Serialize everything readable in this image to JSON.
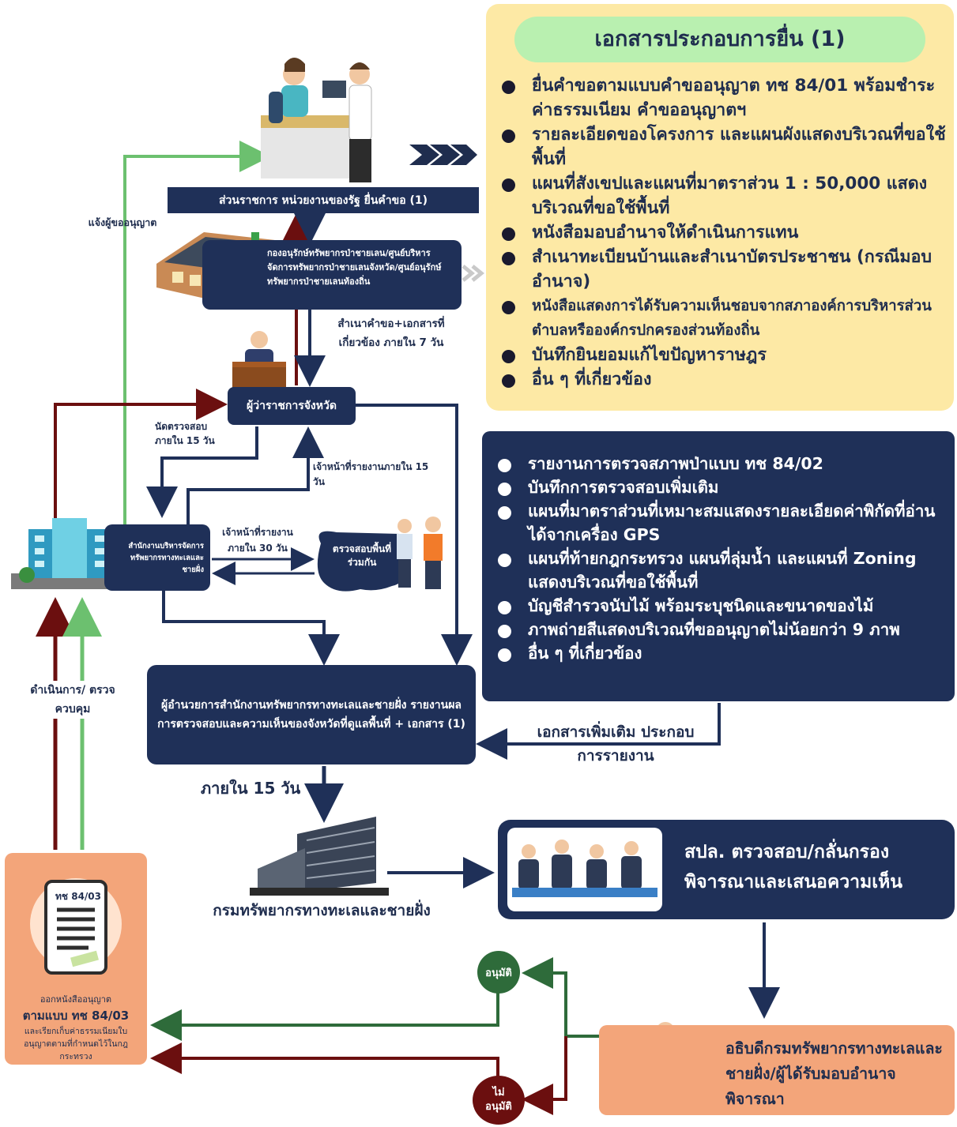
{
  "docs_panel": {
    "title": "เอกสารประกอบการยื่น (1)",
    "items": [
      "ยื่นคำขอตามแบบคำขออนุญาต ทช 84/01 พร้อมชำระค่าธรรมเนียม คำขออนุญาตฯ",
      "รายละเอียดของโครงการ และแผนผังแสดงบริเวณที่ขอใช้พื้นที่",
      "แผนที่สังเขปและแผนที่มาตราส่วน 1 : 50,000 แสดงบริเวณที่ขอใช้พื้นที่",
      "หนังสือมอบอำนาจให้ดำเนินการแทน",
      "สำเนาทะเบียนบ้านและสำเนาบัตรประชาชน (กรณีมอบอำนาจ)",
      "หนังสือแสดงการได้รับความเห็นชอบจากสภาองค์การบริหารส่วนตำบลหรือองค์กรปกครองส่วนท้องถิ่น",
      "บันทึกยินยอมแก้ไขปัญหาราษฎร",
      "อื่น ๆ ที่เกี่ยวข้อง"
    ]
  },
  "report_panel": {
    "items": [
      "รายงานการตรวจสภาพป่าแบบ ทช 84/02",
      "บันทึกการตรวจสอบเพิ่มเติม",
      "แผนที่มาตราส่วนที่เหมาะสมแสดงรายละเอียดค่าพิกัดที่อ่านได้จากเครื่อง GPS",
      "แผนที่ท้ายกฎกระทรวง แผนที่ลุ่มน้ำ และแผนที่ Zoning แสดงบริเวณที่ขอใช้พื้นที่",
      "บัญชีสำรวจนับไม้ พร้อมระบุชนิดและขนาดของไม้",
      "ภาพถ่ายสีแสดงบริเวณที่ขออนุญาตไม่น้อยกว่า 9 ภาพ",
      "อื่น ๆ ที่เกี่ยวข้อง"
    ]
  },
  "flow": {
    "applicant_box": "ส่วนราชการ หน่วยงานของรัฐ ยื่นคำขอ (1)",
    "forest_office_box": "กองอนุรักษ์ทรัพยากรป่าชายเลน/ศูนย์บริหารจัดการทรัพยากรป่าชายเลนจังหวัด/ศูนย์อนุรักษ์ทรัพยากรป่าชายเลนท้องถิ่น",
    "copy_docs_label": "สำเนาคำขอ+เอกสารที่เกี่ยวข้อง ภายใน 7 วัน",
    "governor_box": "ผู้ว่าราชการจังหวัด",
    "notify_label": "แจ้งผู้ขออนุญาต",
    "appoint_label": "นัดตรวจสอบ ภายใน 15 วัน",
    "officer_report_15": "เจ้าหน้าที่รายงานภายใน 15 วัน",
    "office_box": "สำนักงานบริหารจัดการทรัพยากรทางทะเลและชายฝั่ง",
    "officer_report_30": "เจ้าหน้าที่รายงาน ภายใน 30 วัน",
    "joint_inspect": "ตรวจสอบพื้นที่ร่วมกัน",
    "director_box": "ผู้อำนวยการสำนักงานทรัพยากรทางทะเลและชายฝั่ง รายงานผลการตรวจสอบและความเห็นของจังหวัดที่ดูแลพื้นที่ + เอกสาร (1)",
    "extra_docs_label": "เอกสารเพิ่มเติม ประกอบการรายงาน",
    "within_15": "ภายใน 15 วัน",
    "operate_label": "ดำเนินการ/ ตรวจควบคุม",
    "department_label": "กรมทรัพยากรทางทะเลและชายฝั่ง",
    "committee_box": "สปล. ตรวจสอบ/กลั่นกรอง พิจารณาและเสนอความเห็น",
    "director_general_box": "อธิบดีกรมทรัพยากรทางทะเลและชายฝั่ง/ผู้ได้รับมอบอำนาจพิจารณา",
    "approve": "อนุมัติ",
    "not_approve": "ไม่ อนุมัติ"
  },
  "permit_panel": {
    "form_code": "ทช 84/03",
    "line1": "ออกหนังสืออนุญาต",
    "line2": "ตามแบบ ทช 84/03",
    "line3": "และเรียกเก็บค่าธรรมเนียมใบอนุญาตตามที่กำหนดไว้ในกฎกระทรวง"
  },
  "colors": {
    "navy": "#1f3058",
    "dark_red": "#6b0f0f",
    "light_green": "#6cc06f",
    "dark_green": "#2e6b3a",
    "yellow_panel": "#fde9a5",
    "orange_panel": "#f3a57a"
  }
}
